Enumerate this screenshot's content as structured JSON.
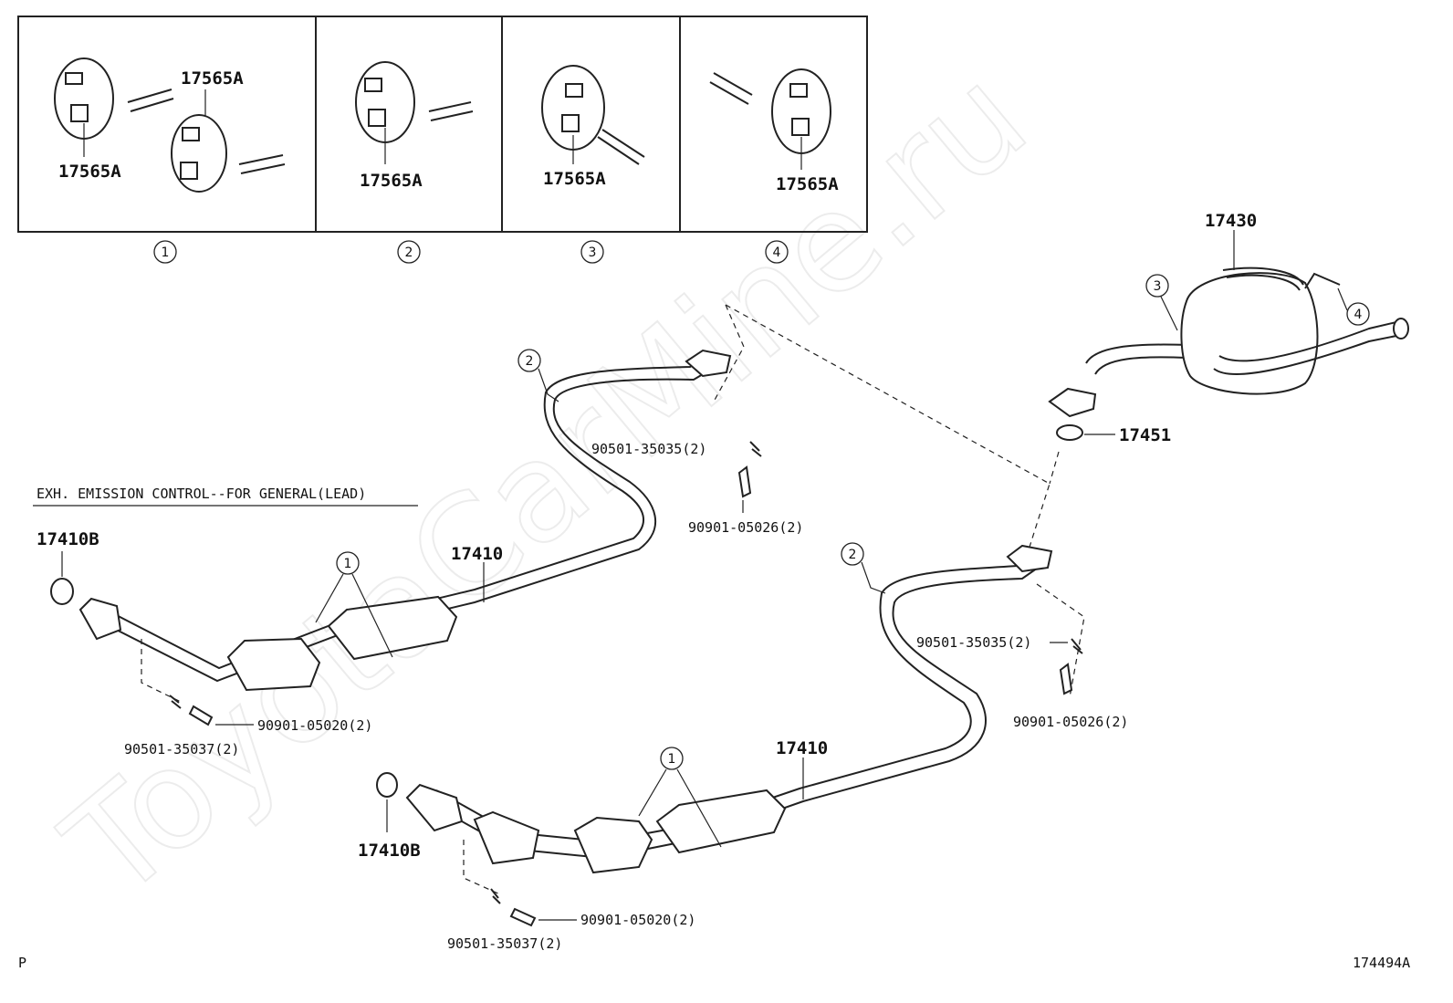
{
  "watermark": "ToyotaCarMine.ru",
  "hanger_panels": [
    {
      "number": "1",
      "labels": [
        "17565A",
        "17565A"
      ]
    },
    {
      "number": "2",
      "labels": [
        "17565A"
      ]
    },
    {
      "number": "3",
      "labels": [
        "17565A"
      ]
    },
    {
      "number": "4",
      "labels": [
        "17565A"
      ]
    }
  ],
  "section_title": "EXH. EMISSION CONTROL--FOR GENERAL(LEAD)",
  "parts": {
    "muffler": "17430",
    "gasket_rear": "17451",
    "front_pipe": "17410",
    "gasket_front": "17410B",
    "spring_upper": "90501-35035(2)",
    "bolt_upper": "90901-05026(2)",
    "spring_lower": "90501-35037(2)",
    "bolt_lower": "90901-05020(2)"
  },
  "callouts": [
    "1",
    "2",
    "3",
    "4"
  ],
  "footer": {
    "left": "P",
    "right": "174494A"
  }
}
